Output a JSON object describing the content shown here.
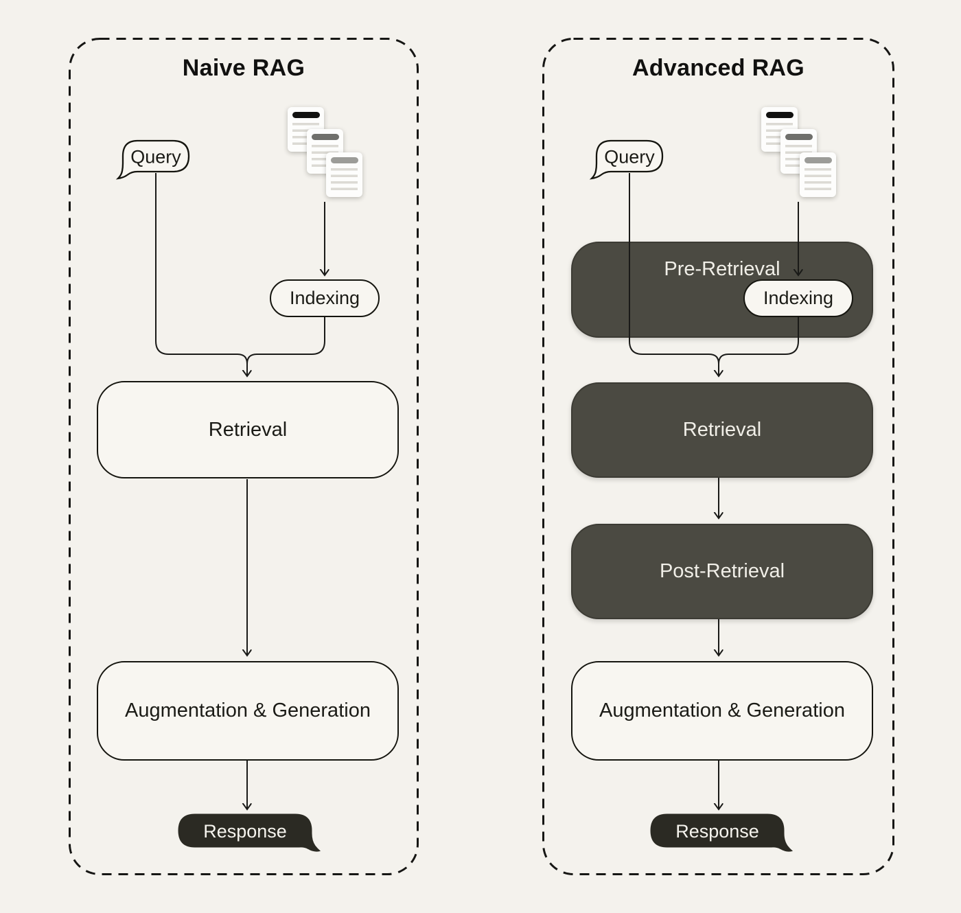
{
  "colors": {
    "background": "#f4f2ed",
    "dark_box": "#4b4a42",
    "dark_bubble": "#2b2a23",
    "light_box": "#f8f6f1",
    "line": "#1a1a18",
    "text_dark": "#1b1b16",
    "text_light": "#f1efe8"
  },
  "panels": [
    {
      "title": "Naive RAG",
      "query": {
        "label": "Query",
        "icon": "speech-bubble-icon"
      },
      "documents": {
        "icon": "documents-stack-icon",
        "count": 3
      },
      "nodes": [
        {
          "id": "indexing",
          "label": "Indexing",
          "style": "light-pill"
        },
        {
          "id": "retrieval",
          "label": "Retrieval",
          "style": "light-box"
        },
        {
          "id": "augmentation",
          "label": "Augmentation & Generation",
          "style": "light-box"
        },
        {
          "id": "response",
          "label": "Response",
          "style": "dark-speech-bubble"
        }
      ],
      "edges": [
        "query -> retrieval",
        "documents -> indexing",
        "indexing -> retrieval",
        "retrieval -> augmentation",
        "augmentation -> response"
      ]
    },
    {
      "title": "Advanced RAG",
      "query": {
        "label": "Query",
        "icon": "speech-bubble-icon"
      },
      "documents": {
        "icon": "documents-stack-icon",
        "count": 3
      },
      "nodes": [
        {
          "id": "pre_retrieval",
          "label": "Pre-Retrieval",
          "style": "dark-box"
        },
        {
          "id": "indexing",
          "label": "Indexing",
          "style": "light-pill"
        },
        {
          "id": "retrieval",
          "label": "Retrieval",
          "style": "dark-box"
        },
        {
          "id": "post_retrieval",
          "label": "Post-Retrieval",
          "style": "dark-box"
        },
        {
          "id": "augmentation",
          "label": "Augmentation & Generation",
          "style": "light-box"
        },
        {
          "id": "response",
          "label": "Response",
          "style": "dark-speech-bubble"
        }
      ],
      "edges": [
        "query -> retrieval",
        "documents -> indexing (pre-retrieval)",
        "indexing -> retrieval",
        "retrieval -> post-retrieval",
        "post-retrieval -> augmentation",
        "augmentation -> response"
      ]
    }
  ]
}
